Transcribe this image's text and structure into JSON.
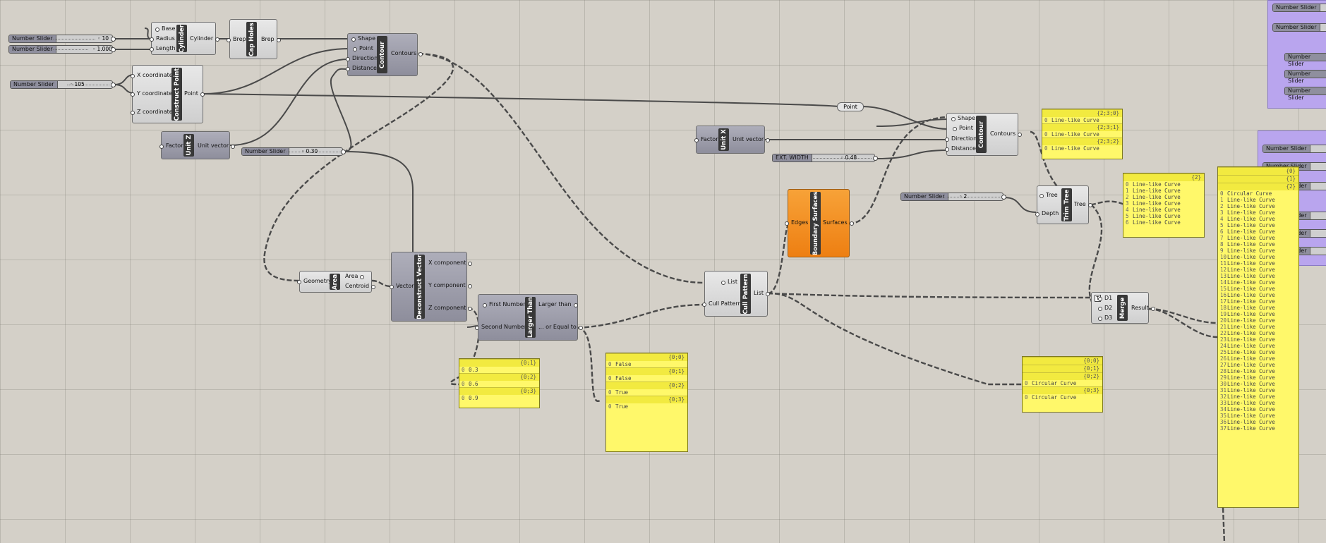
{
  "components": {
    "cylinder": {
      "title": "Cylinder",
      "inputs": [
        "Base",
        "Radius",
        "Length"
      ],
      "outputs": [
        "Cylinder"
      ]
    },
    "cap_holes": {
      "title": "Cap Holes",
      "inputs": [
        "Brep"
      ],
      "outputs": [
        "Brep"
      ]
    },
    "contour1": {
      "title": "Contour",
      "inputs": [
        "Shape",
        "Point",
        "Direction",
        "Distance"
      ],
      "outputs": [
        "Contours"
      ]
    },
    "construct_point": {
      "title": "Construct Point",
      "inputs": [
        "X coordinate",
        "Y coordinate",
        "Z coordinate"
      ],
      "outputs": [
        "Point"
      ]
    },
    "unit_z": {
      "title": "Unit Z",
      "inputs": [
        "Factor"
      ],
      "outputs": [
        "Unit vector"
      ]
    },
    "unit_x": {
      "title": "Unit X",
      "inputs": [
        "Factor"
      ],
      "outputs": [
        "Unit vector"
      ]
    },
    "contour2": {
      "title": "Contour",
      "inputs": [
        "Shape",
        "Point",
        "Direction",
        "Distance"
      ],
      "outputs": [
        "Contours"
      ]
    },
    "trim_tree": {
      "title": "Trim Tree",
      "inputs": [
        "Tree",
        "Depth"
      ],
      "outputs": [
        "Tree"
      ]
    },
    "boundary": {
      "title": "Boundary Surfaces",
      "inputs": [
        "Edges"
      ],
      "outputs": [
        "Surfaces"
      ]
    },
    "area": {
      "title": "Area",
      "inputs": [
        "Geometry"
      ],
      "outputs": [
        "Area",
        "Centroid"
      ]
    },
    "decon_vector": {
      "title": "Deconstruct Vector",
      "inputs": [
        "Vector"
      ],
      "outputs": [
        "X component",
        "Y component",
        "Z component"
      ]
    },
    "larger": {
      "title": "Larger Than",
      "inputs": [
        "First Number",
        "Second Number"
      ],
      "outputs": [
        "Larger than",
        "... or Equal to"
      ]
    },
    "cull": {
      "title": "Cull Pattern",
      "inputs": [
        "List",
        "Cull Pattern"
      ],
      "outputs": [
        "List"
      ]
    },
    "merge": {
      "title": "Merge",
      "inputs": [
        "D1",
        "D2",
        "D3"
      ],
      "outputs": [
        "Result"
      ],
      "badge": "T"
    }
  },
  "sliders": {
    "s1": {
      "name": "Number Slider",
      "value": "10"
    },
    "s2": {
      "name": "Number Slider",
      "value": "1.000"
    },
    "s3": {
      "name": "Number Slider",
      "value": "105"
    },
    "s4": {
      "name": "Number Slider",
      "value": "0.30"
    },
    "s5": {
      "name": "EXT. WIDTH",
      "value": "0.48"
    },
    "s6": {
      "name": "Number Slider",
      "value": "2"
    }
  },
  "point_param": "Point",
  "purple_sliders": [
    "Number Slider",
    "Number Slider",
    "Number Slider",
    "Number Slider",
    "Number Slider",
    "Number Slider",
    "Number Slider",
    "Number Slider",
    "Number Slider",
    "Number Slider",
    "Number Slider",
    "Number Slider"
  ],
  "panels": {
    "p_contour": {
      "groups": [
        {
          "path": "{2;3;0}",
          "items": [
            "Line-like Curve"
          ]
        },
        {
          "path": "{2;3;1}",
          "items": [
            "Line-like Curve"
          ]
        },
        {
          "path": "{2;3;2}",
          "items": [
            "Line-like Curve"
          ]
        }
      ]
    },
    "p_trim": {
      "groups": [
        {
          "path": "{2}",
          "items": [
            "Line-like Curve",
            "Line-like Curve",
            "Line-like Curve",
            "Line-like Curve",
            "Line-like Curve",
            "Line-like Curve",
            "Line-like Curve"
          ]
        }
      ]
    },
    "p_area": {
      "groups": [
        {
          "path": "{0;1}",
          "items": [
            "0.3"
          ]
        },
        {
          "path": "{0;2}",
          "items": [
            "0.6"
          ]
        },
        {
          "path": "{0;3}",
          "items": [
            "0.9"
          ]
        }
      ]
    },
    "p_larger": {
      "groups": [
        {
          "path": "{0;0}",
          "items": [
            "False"
          ]
        },
        {
          "path": "{0;1}",
          "items": [
            "False"
          ]
        },
        {
          "path": "{0;2}",
          "items": [
            "True"
          ]
        },
        {
          "path": "{0;3}",
          "items": [
            "True"
          ]
        }
      ]
    },
    "p_cull": {
      "groups": [
        {
          "path": "{0;0}",
          "items": []
        },
        {
          "path": "{0;1}",
          "items": []
        },
        {
          "path": "{0;2}",
          "items": [
            "Circular Curve"
          ]
        },
        {
          "path": "{0;3}",
          "items": [
            "Circular Curve"
          ]
        }
      ]
    },
    "p_merge": {
      "groups": [
        {
          "path": "{0}",
          "items": []
        },
        {
          "path": "{1}",
          "items": []
        },
        {
          "path": "{2}",
          "items": [
            "Circular Curve",
            "Line-like Curve",
            "Line-like Curve",
            "Line-like Curve",
            "Line-like Curve",
            "Line-like Curve",
            "Line-like Curve",
            "Line-like Curve",
            "Line-like Curve",
            "Line-like Curve",
            "Line-like Curve",
            "Line-like Curve",
            "Line-like Curve",
            "Line-like Curve",
            "Line-like Curve",
            "Line-like Curve",
            "Line-like Curve",
            "Line-like Curve",
            "Line-like Curve",
            "Line-like Curve",
            "Line-like Curve",
            "Line-like Curve",
            "Line-like Curve",
            "Line-like Curve",
            "Line-like Curve",
            "Line-like Curve",
            "Line-like Curve",
            "Line-like Curve",
            "Line-like Curve",
            "Line-like Curve",
            "Line-like Curve",
            "Line-like Curve",
            "Line-like Curve",
            "Line-like Curve",
            "Line-like Curve",
            "Line-like Curve",
            "Line-like Curve",
            "Line-like Curve"
          ]
        }
      ]
    }
  }
}
